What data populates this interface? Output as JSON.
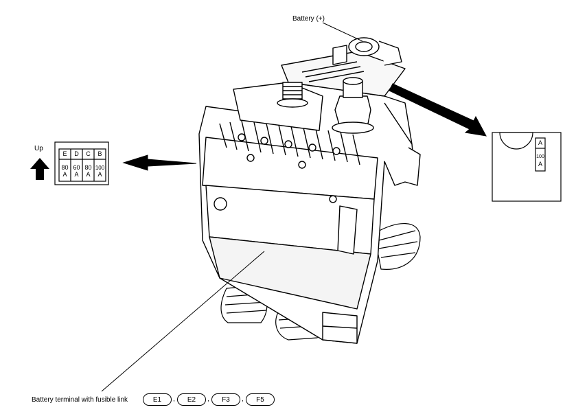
{
  "labels": {
    "battery_positive": "Battery (+)",
    "up": "Up",
    "terminal_caption": "Battery terminal with fusible link"
  },
  "connectors": [
    "E1",
    "E2",
    "F3",
    "F5"
  ],
  "separator": ",",
  "left_fuse_panel": {
    "letters": [
      "E",
      "D",
      "C",
      "B"
    ],
    "ratings_top": [
      "80",
      "60",
      "80",
      "100"
    ],
    "ratings_unit": [
      "A",
      "A",
      "A",
      "A"
    ]
  },
  "right_fuse_panel": {
    "letter": "A",
    "rating": "100",
    "unit": "A"
  },
  "colors": {
    "line": "#000000",
    "background": "#ffffff",
    "shade": "#d9d9d9"
  }
}
